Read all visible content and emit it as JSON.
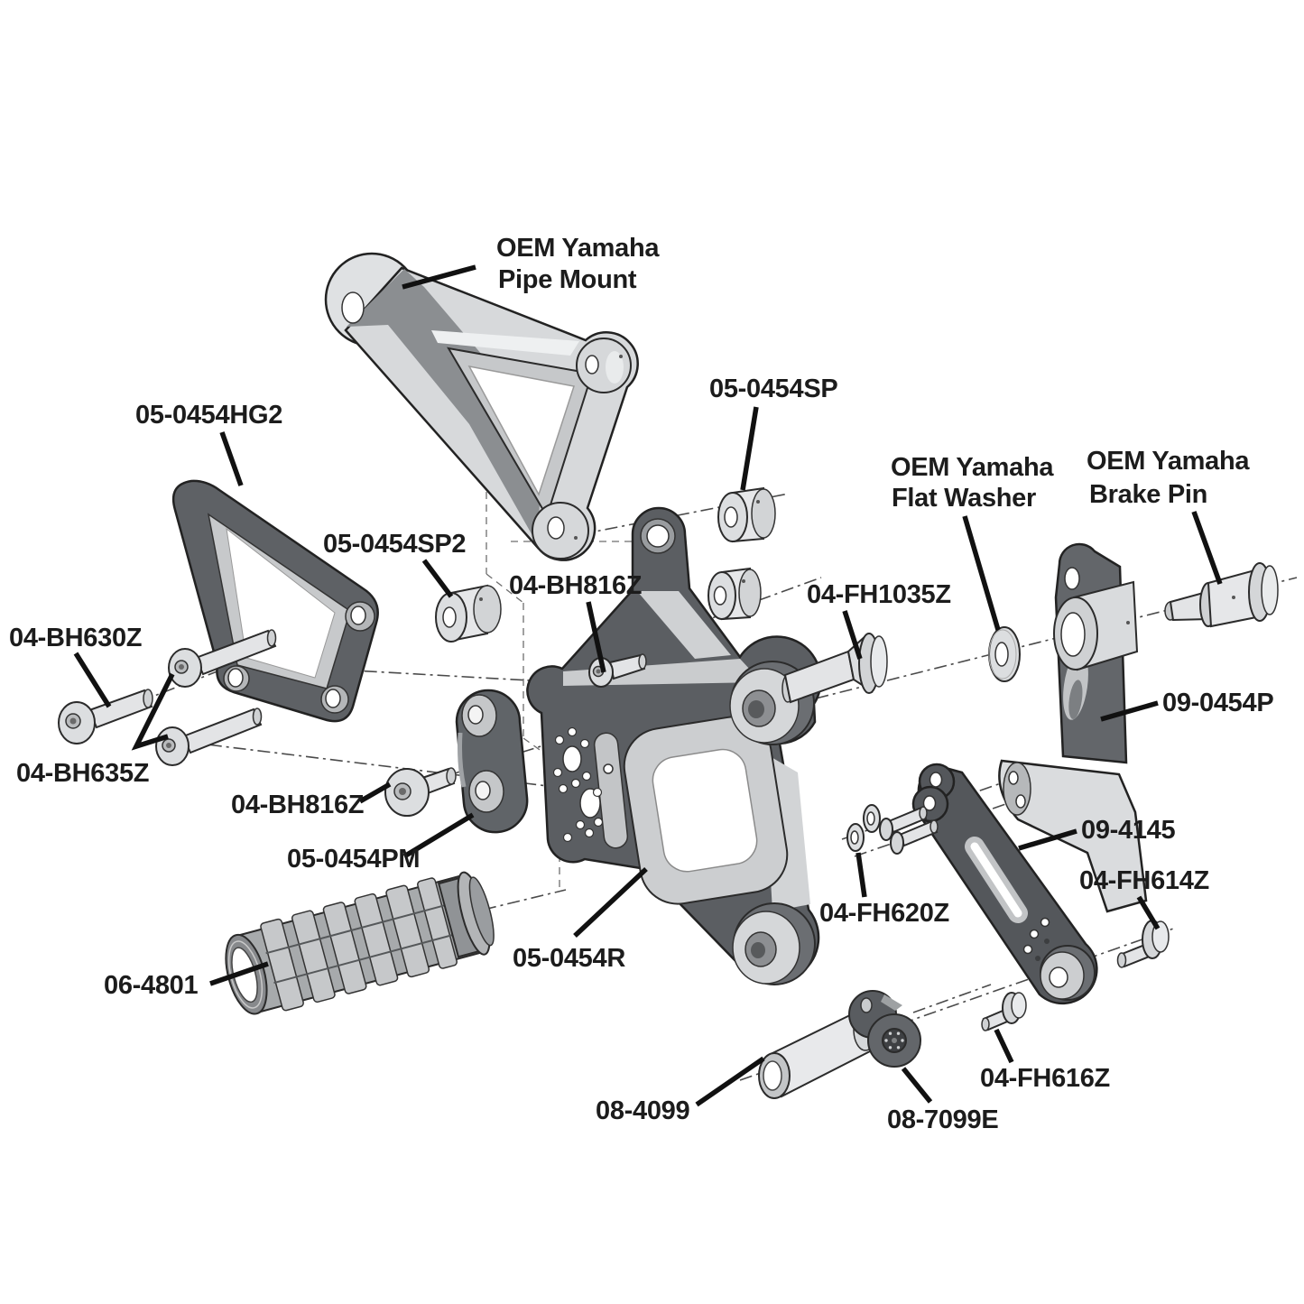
{
  "diagram": {
    "type": "exploded-parts-diagram",
    "title": "Yamaha rearset exploded assembly diagram",
    "background_color": "#ffffff",
    "label_color": "#1c1c1c",
    "leader_color": "#111111",
    "axis_color": "#4a4a4a",
    "part_fill_light": "#d9dbdd",
    "part_fill_dark": "#5f6266",
    "labels": {
      "pipe_mount": {
        "line1": "OEM Yamaha",
        "line2": "Pipe Mount"
      },
      "flat_washer": {
        "line1": "OEM Yamaha",
        "line2": "Flat Washer"
      },
      "brake_pin": {
        "line1": "OEM Yamaha",
        "line2": "Brake Pin"
      },
      "heel_guard": "05-0454HG2",
      "spacer_sp": "05-0454SP",
      "spacer_sp2": "05-0454SP2",
      "bolt_bh816z_upper": "04-BH816Z",
      "bolt_fh1035z": "04-FH1035Z",
      "bolt_bh630z": "04-BH630Z",
      "brake_bracket": "09-0454P",
      "bolt_bh635z": "04-BH635Z",
      "bolt_bh816z_lower": "04-BH816Z",
      "peg_mount": "05-0454PM",
      "brake_arm": "09-4145",
      "bolt_fh614z": "04-FH614Z",
      "bolt_fh620z": "04-FH620Z",
      "main_bracket": "05-0454R",
      "footpeg": "06-4801",
      "bolt_fh616z": "04-FH616Z",
      "spacer_08_4099": "08-4099",
      "toe_peg_mount": "08-7099E"
    }
  }
}
